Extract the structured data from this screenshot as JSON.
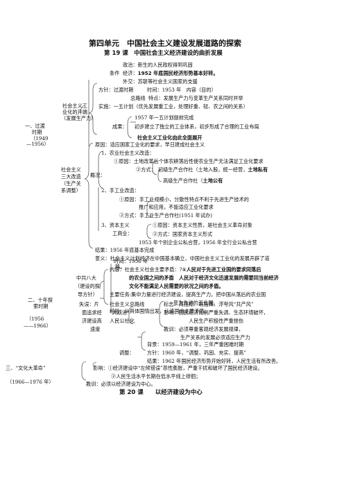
{
  "title": "第四单元　中国社会主义建设发展道路的探索",
  "lesson19": "第 19 课　中国社会主义经济建设的曲折发展",
  "lesson20": "第 20 课　　以经济建设为中心",
  "s1": {
    "head": [
      "一、过渡",
      "时期",
      "（1949",
      "—1956）"
    ],
    "ind": [
      "社会主义工",
      "业化的开端",
      "（发展生产力）"
    ],
    "cond": "条件",
    "politics": "政治：新生的人民政权得到巩固",
    "economy_prefix": "经济：",
    "economy_bold": "1952 年底国民经济形势基本好转。",
    "diplomacy": "外交：苏联等社会主义国家的支援",
    "policy": "方针：过渡时期",
    "time_content": "时间：1953 年　内容（目的）",
    "route": "总路线",
    "feature": "特点：发展生产力与变革生产关系同时并举",
    "implement": "实施：一五计划（优先发展重工业，处理好重、轻、农之间的关系）",
    "plan_done": "1957 年一五计划提前完成",
    "result": "成果：",
    "result1": "初步建立了独立的工业体系，初步形成了合理的工业布局",
    "result2": "社会主义工业化由此全面展开",
    "reason": "原因：适应国家工业化的要求，早日建成社会主义",
    "rev": [
      "社会主义",
      "三大改造",
      "（生产关",
      "系调整）"
    ],
    "overview": "概况：",
    "agri": "1、农业社会主义改造：",
    "agri_p": "①原因：土地改革后个体农耕落后性使农业生产无法满足工业化要求",
    "agri_m": "②方式：",
    "agri_m1": "初级生产合作社（土地入股，统一经营，",
    "agri_m1b": "土地私有",
    "agri_m2": "高级生产合作社（",
    "agri_m2b": "土地公有",
    "handi": "2、手工业改造：",
    "handi_p1": "①原因：手工业规模小，分散性特点不利于先进生产技术的",
    "handi_p2": "推广和应用，不能适应工业化要求",
    "handi_m": "②方式：手工业生产合作社(1951 年试办)",
    "cap": "3、资本主义",
    "cap2": "工商业：",
    "cap_r": "①原因：资本主义性质，是社会主义革命对象",
    "cap_m": "②方式：国家资本主义形式",
    "cap_n": "1953 年个别企业公私合营，1956 年全行业公私合营",
    "outcome": "结果：1956 年底基本完成",
    "meaning1": "意义：社会主义计划经济在中国基本确立，中国社会主义工业化的发展开辟了道",
    "meaning2": "路。"
  },
  "s2": {
    "head": [
      "二、十年探",
      "索时期",
      "（1956",
      "——1966）"
    ],
    "c8": [
      "中共八大",
      "（建设的探",
      "导方针）"
    ],
    "time": "时间：1956 年",
    "content": "内容：社会主义社会主要矛盾：?",
    "content_b1": "①人民对于先进工业国的要求同落后",
    "content_b2": "的农业国之间的矛盾",
    "content_b3": "人民对于经济文化迅速发展的需要同当前经济",
    "content_b4": "文化不能满足人民需要的状况之间的矛盾。",
    "task1": "主要任务:集中力量进行经济建设，提高生产力。把中国从落后的农业国",
    "task2": "变为先进的工业国。",
    "exp": "经验：从具体国情出发，认清国内主要矛盾。",
    "fail": [
      "失误：片",
      "面追求经",
      "济建设高",
      "速度"
    ],
    "route": "社会主义总路线",
    "leap": "“大跃进”",
    "commune": "人民公社化",
    "sign": "标志：高指标、瞎指挥、浮夸风“共产风”",
    "impact1": "影响：国民经济比例严重失调、生态环境破坏，",
    "impact2": "人民生产积极性严重挫伤",
    "lesson1": "教训：必须尊重客观经济发展规律，",
    "lesson2": "生产关系的发展必须适应生产力",
    "bg": "背景：1959—1961 年，三年严重困难时期",
    "adj": "调整：",
    "policy": "方针：1960 年，“调整、巩固、充实、提高”",
    "adj_res": "结果：1962 年国民经济形势开始好转，人民生活有所改善。"
  },
  "s3": {
    "head": "三、“文化大革命”",
    "dates": "（1966—1976 年）",
    "impact1": "影响：①经济建设中“左倾错误”恶性膨胀，严重干扰和破坏了国民经济建设。",
    "impact2": "②人民生活水平长期在低水平线上徘徊；",
    "lesson": "教训：必须以经济建设为中心。"
  }
}
